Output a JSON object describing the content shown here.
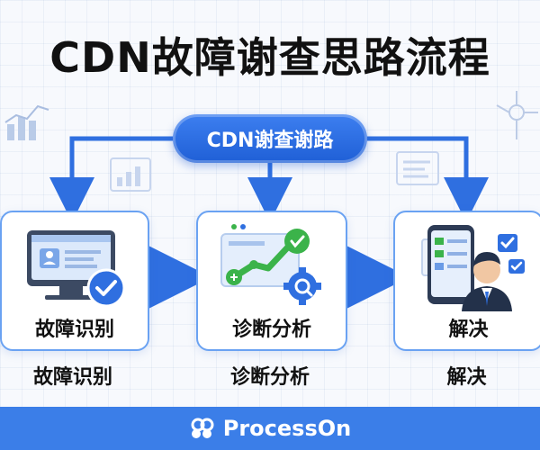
{
  "title": "CDN故障谢查思路流程",
  "hub": {
    "label": "CDN谢查谢路"
  },
  "steps": [
    {
      "card_label": "故障识别",
      "sub_label": "故障识别"
    },
    {
      "card_label": "诊断分析",
      "sub_label": "诊断分析"
    },
    {
      "card_label": "解决",
      "sub_label": "解决"
    }
  ],
  "footer": {
    "brand": "ProcessOn"
  },
  "colors": {
    "accent": "#2f6fe0",
    "card_border": "#6aa2f2",
    "check_green": "#3bb34a",
    "footer_bg": "#3b7ee8"
  }
}
